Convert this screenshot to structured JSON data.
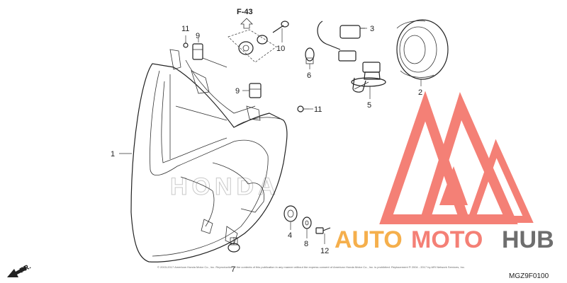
{
  "callouts": [
    {
      "id": "c1",
      "text": "1"
    },
    {
      "id": "c2",
      "text": "2"
    },
    {
      "id": "c3",
      "text": "3"
    },
    {
      "id": "c4",
      "text": "4"
    },
    {
      "id": "c5",
      "text": "5"
    },
    {
      "id": "c6",
      "text": "6"
    },
    {
      "id": "c7",
      "text": "7"
    },
    {
      "id": "c8",
      "text": "8"
    },
    {
      "id": "c9a",
      "text": "9"
    },
    {
      "id": "c9b",
      "text": "9"
    },
    {
      "id": "c10",
      "text": "10"
    },
    {
      "id": "c11a",
      "text": "11"
    },
    {
      "id": "c11b",
      "text": "11"
    },
    {
      "id": "c12",
      "text": "12"
    }
  ],
  "reference": "F-43",
  "diagram_code": "MGZ9F0100",
  "direction_label": "FR.",
  "watermark": {
    "brand": "HONDA",
    "logo_text": [
      "AUTO",
      "MOTO",
      "HUB"
    ],
    "colors": {
      "primary": "#f36b5f",
      "secondary": "#f4a22d",
      "dark": "#555555"
    }
  },
  "copyright": "© 2003-2017 American Honda Motor Co., Inc. Reproduction of the contents of this publication in any manner without the express consent of American Honda Motor Co., Inc. is prohibited. Replacement ® 2004 - 2017 by ARI Network Services, Inc."
}
